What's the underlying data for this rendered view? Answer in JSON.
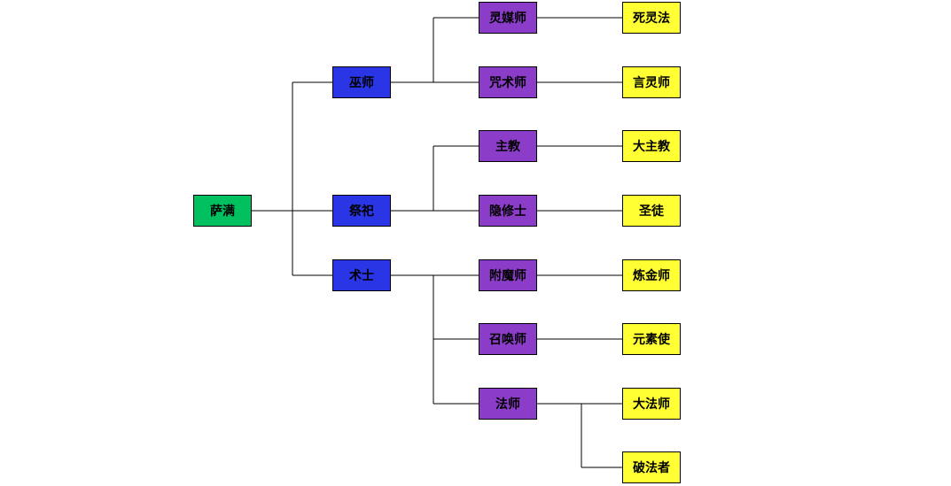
{
  "colors": {
    "root": "#00c060",
    "level1": "#2a35e6",
    "level2": "#8b3cc8",
    "level3": "#ffff33",
    "lines": "#000000"
  },
  "tree": {
    "root": {
      "label": "萨满"
    },
    "level1": [
      {
        "label": "巫师"
      },
      {
        "label": "祭祀"
      },
      {
        "label": "术士"
      }
    ],
    "level2": [
      {
        "label": "灵媒师",
        "parent": "巫师"
      },
      {
        "label": "咒术师",
        "parent": "巫师"
      },
      {
        "label": "主教",
        "parent": "祭祀"
      },
      {
        "label": "隐修士",
        "parent": "祭祀"
      },
      {
        "label": "附魔师",
        "parent": "术士"
      },
      {
        "label": "召唤师",
        "parent": "术士"
      },
      {
        "label": "法师",
        "parent": "术士"
      }
    ],
    "level3": [
      {
        "label": "死灵法",
        "parent": "灵媒师"
      },
      {
        "label": "言灵师",
        "parent": "咒术师"
      },
      {
        "label": "大主教",
        "parent": "主教"
      },
      {
        "label": "圣徒",
        "parent": "隐修士"
      },
      {
        "label": "炼金师",
        "parent": "附魔师"
      },
      {
        "label": "元素使",
        "parent": "召唤师"
      },
      {
        "label": "大法师",
        "parent": "法师"
      },
      {
        "label": "破法者",
        "parent": "法师"
      }
    ]
  }
}
